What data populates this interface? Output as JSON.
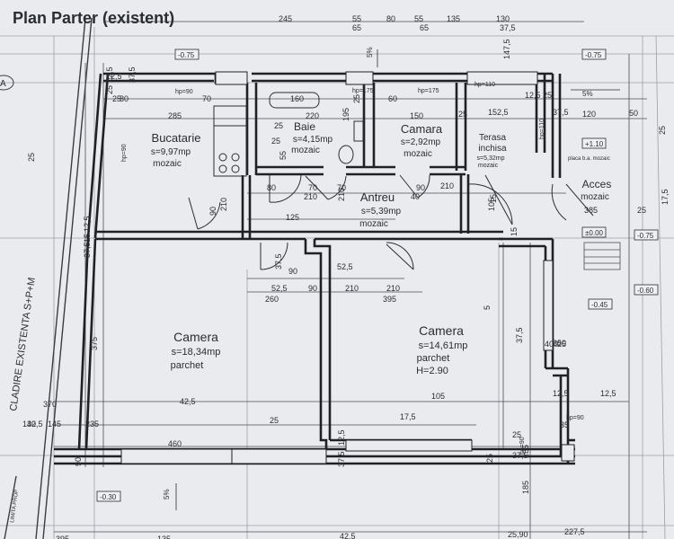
{
  "title": "Plan Parter (existent)",
  "rooms": [
    {
      "id": "bucatarie",
      "name": "Bucatarie",
      "area": "s=9,97mp",
      "finish": "mozaic"
    },
    {
      "id": "baie",
      "name": "Baie",
      "area": "s=4,15mp",
      "finish": "mozaic"
    },
    {
      "id": "camara",
      "name": "Camara",
      "area": "s=2,92mp",
      "finish": "mozaic"
    },
    {
      "id": "terasa",
      "name": "Terasa",
      "name2": "inchisa",
      "area": "s=5,32mp",
      "finish": "mozaic"
    },
    {
      "id": "acces",
      "name": "Acces",
      "finish": "mozaic"
    },
    {
      "id": "antreu",
      "name": "Antreu",
      "area": "s=5,39mp",
      "finish": "mozaic"
    },
    {
      "id": "camera1",
      "name": "Camera",
      "area": "s=18,34mp",
      "finish": "parchet"
    },
    {
      "id": "camera2",
      "name": "Camera",
      "area": "s=14,61mp",
      "finish": "parchet",
      "height": "H=2.90"
    }
  ],
  "side_label": "CLADIRE EXISTENTA S+P+M",
  "limit_label": "LIMITA PROP",
  "axis_marker": "A",
  "slope_labels": [
    "5%",
    "5%",
    "5%"
  ],
  "elevation_tags": [
    "-0.75",
    "-0.75",
    "+1.10",
    "±0.00",
    "-0.75",
    "-0.60",
    "-0.45",
    "-0.30"
  ],
  "plate_label": "placa b.a. mozaic",
  "dims_top": [
    "245",
    "55",
    "65",
    "80",
    "55",
    "65",
    "135",
    "130",
    "37,5"
  ],
  "dims": [
    "37,5",
    "25",
    "12,5",
    "12,5",
    "25",
    "80",
    "70",
    "160",
    "220",
    "25",
    "60",
    "150",
    "25",
    "152,5",
    "120",
    "50",
    "285",
    "hp=90",
    "hp=175",
    "hp=175",
    "hp=110",
    "hp=110",
    "25",
    "25",
    "55",
    "195",
    "12,5",
    "25",
    "90",
    "210",
    "80",
    "70",
    "210",
    "70",
    "210",
    "40",
    "90",
    "210",
    "105",
    "15",
    "385",
    "25",
    "125",
    "12,5",
    "37,5",
    "15",
    "15",
    "37,5",
    "90",
    "52,5",
    "52,5",
    "90",
    "210",
    "210",
    "260",
    "395",
    "5",
    "37,5",
    "400",
    "350",
    "375",
    "hp=90",
    "25",
    "460",
    "370",
    "42,5",
    "105",
    "12,5",
    "12,5",
    "130",
    "145",
    "235",
    "25",
    "17,5",
    "hp=90",
    "hp=90",
    "25",
    "37,5",
    "12,5",
    "37,5",
    "42,5",
    "90",
    "155",
    "185",
    "395",
    "135",
    "42,5",
    "25,90",
    "227,5",
    "147,5",
    "25",
    "17,5",
    "37,5",
    "35",
    "25",
    "25"
  ]
}
